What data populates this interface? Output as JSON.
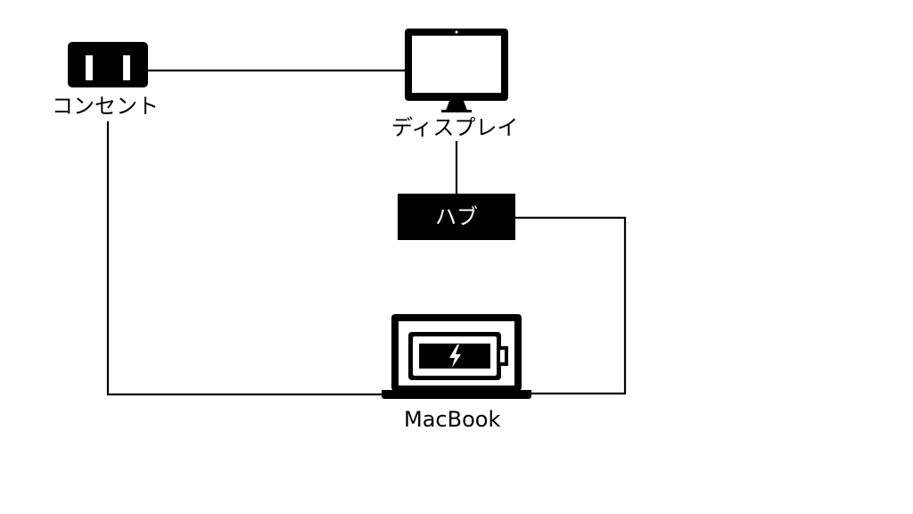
{
  "nodes": {
    "outlet": {
      "label": "コンセント",
      "icon": "power-outlet-icon"
    },
    "display": {
      "label": "ディスプレイ",
      "icon": "monitor-icon"
    },
    "hub": {
      "label": "ハブ"
    },
    "macbook": {
      "label": "MacBook",
      "icon": "laptop-charging-icon"
    }
  },
  "connections": [
    {
      "from": "outlet",
      "to": "display"
    },
    {
      "from": "outlet",
      "to": "macbook"
    },
    {
      "from": "display",
      "to": "hub"
    },
    {
      "from": "hub",
      "to": "macbook"
    }
  ],
  "colors": {
    "ink": "#000000",
    "background": "#ffffff"
  }
}
